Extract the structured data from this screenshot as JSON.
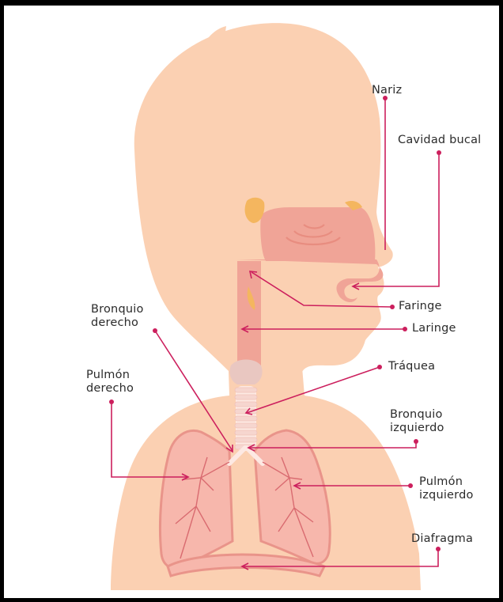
{
  "colors": {
    "skin": "#fbd0b2",
    "airway": "#f0a497",
    "airway_dark": "#e88d80",
    "lung_fill": "#f7b7ac",
    "lung_stroke": "#e9948a",
    "vessels": "#d96b70",
    "sinus": "#f4b65f",
    "callout": "#cc1f5d",
    "larynx_ring": "#e9c7c1",
    "trachea_rings": "#fde9e3"
  },
  "labels": {
    "nariz": "Nariz",
    "cavidad_bucal": "Cavidad bucal",
    "faringe": "Faringe",
    "laringe": "Laringe",
    "traquea": "Tráquea",
    "bronquio_izquierdo_1": "Bronquio",
    "bronquio_izquierdo_2": "izquierdo",
    "pulmon_izquierdo_1": "Pulmón",
    "pulmon_izquierdo_2": "izquierdo",
    "diafragma": "Diafragma",
    "bronquio_derecho_1": "Bronquio",
    "bronquio_derecho_2": "derecho",
    "pulmon_derecho_1": "Pulmón",
    "pulmon_derecho_2": "derecho"
  }
}
